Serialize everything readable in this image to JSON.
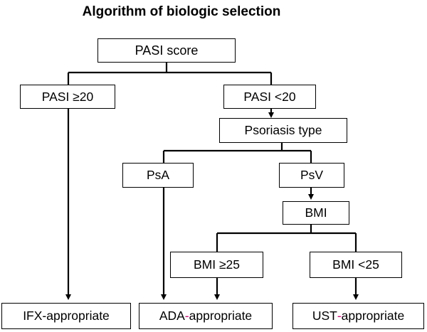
{
  "title": "Algorithm of biologic selection",
  "nodes": {
    "pasi_score": "PASI score",
    "pasi_high": "PASI ≥20",
    "pasi_low": "PASI <20",
    "psoriasis_type": "Psoriasis type",
    "psa": "PsA",
    "psv": "PsV",
    "bmi": "BMI",
    "bmi_high": "BMI ≥25",
    "bmi_low": "BMI <25"
  },
  "outcomes": {
    "ifx": {
      "prefix": "IFX",
      "sep": "-",
      "suffix": "appropriate"
    },
    "ada": {
      "prefix": "ADA",
      "sep": "-",
      "suffix": "appropriate"
    },
    "ust": {
      "prefix": "UST",
      "sep": "-",
      "suffix": "appropriate"
    }
  },
  "colors": {
    "line": "#000000",
    "hyphen_highlight": "#e0007a"
  }
}
